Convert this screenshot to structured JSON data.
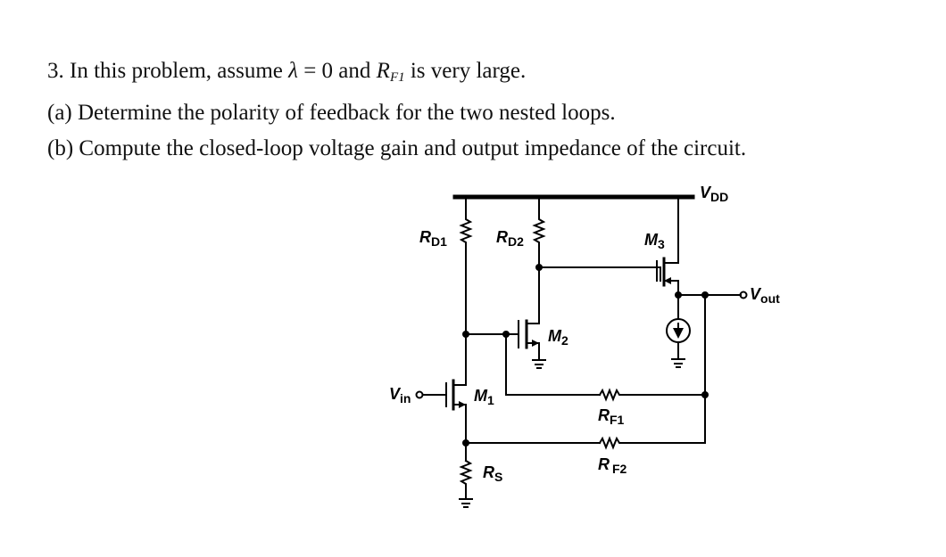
{
  "problem": {
    "number": "3.",
    "intro_text": "In this problem, assume",
    "lambda_symbol": "λ",
    "equals": "=",
    "zero": "0",
    "and_word": "and",
    "rf_main": "R",
    "rf_sub": "F1",
    "large_text": "is very large.",
    "part_a": "(a) Determine the polarity of feedback for the two nested loops.",
    "part_b": "(b) Compute the closed-loop voltage gain and output impedance of the circuit."
  },
  "circuit": {
    "vdd": {
      "main": "V",
      "sub": "DD"
    },
    "rd1": {
      "main": "R",
      "sub": "D1"
    },
    "rd2": {
      "main": "R",
      "sub": "D2"
    },
    "m1": {
      "main": "M",
      "sub": "1"
    },
    "m2": {
      "main": "M",
      "sub": "2"
    },
    "m3": {
      "main": "M",
      "sub": "3"
    },
    "vin": {
      "main": "V",
      "sub": "in"
    },
    "vout": {
      "main": "V",
      "sub": "out"
    },
    "rf1": {
      "main": "R",
      "sub": "F1"
    },
    "rf2": {
      "main": "R",
      "sub": "F2"
    },
    "rs": {
      "main": "R",
      "sub": "S"
    }
  }
}
